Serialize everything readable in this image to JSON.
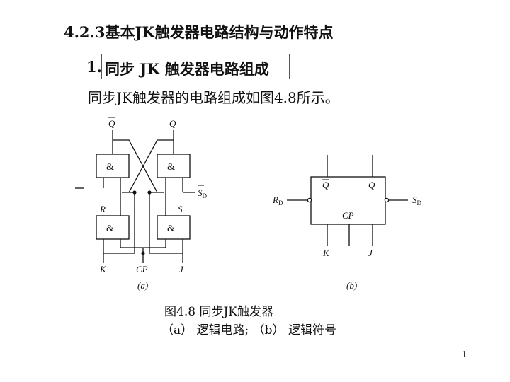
{
  "section_title": "4.2.3基本JK触发器电路结构与动作特点",
  "subsection": {
    "number": "1.",
    "title": "同步 JK 触发器电路组成"
  },
  "body_text": "同步JK触发器的电路组成如图4.8所示。",
  "figure_a": {
    "gate_symbol": "&",
    "labels": {
      "q_bar": "Q",
      "q": "Q",
      "r": "R",
      "s": "S",
      "k": "K",
      "cp": "CP",
      "j": "J",
      "sd": "S",
      "sd_sub": "D"
    },
    "panel_label": "(a)"
  },
  "figure_b": {
    "labels": {
      "q_bar": "Q",
      "q": "Q",
      "rd": "R",
      "rd_sub": "D",
      "sd": "S",
      "sd_sub": "D",
      "cp": "CP",
      "k": "K",
      "j": "J"
    },
    "panel_label": "(b)"
  },
  "caption": {
    "line1": "图4.8  同步JK触发器",
    "line2": "（a）  逻辑电路; （b）  逻辑符号"
  },
  "page_number": "1"
}
